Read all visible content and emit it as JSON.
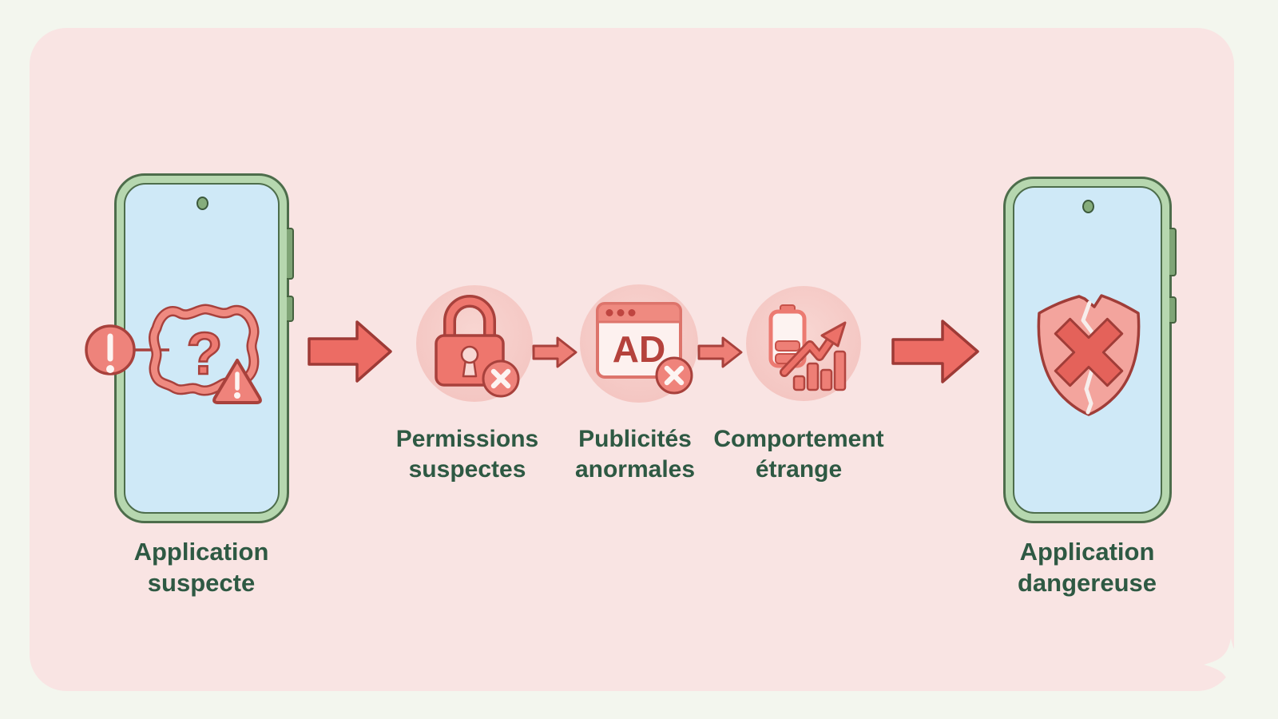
{
  "colors": {
    "background": "#f3f6ee",
    "card_background": "#f9e4e3",
    "accent_red": "#ec6c64",
    "outline_red": "#a8413c",
    "soft_red": "#ee7f76",
    "circle_background": "#f5c9c5",
    "label_green": "#2e5943",
    "phone_frame_green": "#b6d7af",
    "phone_border_green": "#4d6d4b",
    "screen_blue": "#cfe9f7"
  },
  "source_phone": {
    "label_line1": "Application",
    "label_line2": "suspecte"
  },
  "result_phone": {
    "label_line1": "Application",
    "label_line2": "dangereuse"
  },
  "steps": [
    {
      "label_line1": "Permissions",
      "label_line2": "suspectes"
    },
    {
      "label_line1": "Publicités",
      "label_line2": "anormales",
      "ad_text": "AD"
    },
    {
      "label_line1": "Comportement",
      "label_line2": "étrange"
    }
  ],
  "icons": {
    "question_mark": "?"
  }
}
